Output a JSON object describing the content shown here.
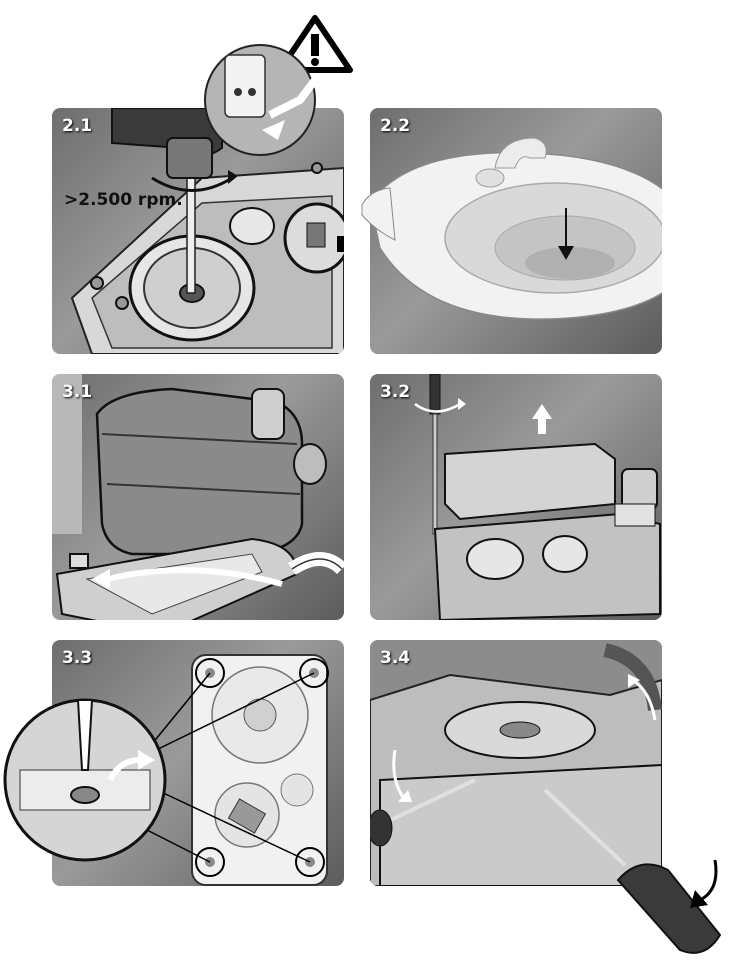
{
  "steps": [
    {
      "id": "2.1",
      "label": "2.1"
    },
    {
      "id": "2.2",
      "label": "2.2"
    },
    {
      "id": "3.1",
      "label": "3.1"
    },
    {
      "id": "3.2",
      "label": "3.2"
    },
    {
      "id": "3.3",
      "label": "3.3"
    },
    {
      "id": "3.4",
      "label": "3.4"
    }
  ],
  "drill_speed": ">2.500 rpm.",
  "colors": {
    "panel_dark": "#5c5c5c",
    "panel_light": "#9a9a9a",
    "arrow_white": "#ffffff",
    "outline_black": "#000000"
  },
  "icons": [
    "warning-triangle-icon",
    "power-plug-icon",
    "arrow-right-icon",
    "rotate-arrow-icon",
    "up-arrow-icon",
    "down-arrow-icon"
  ]
}
